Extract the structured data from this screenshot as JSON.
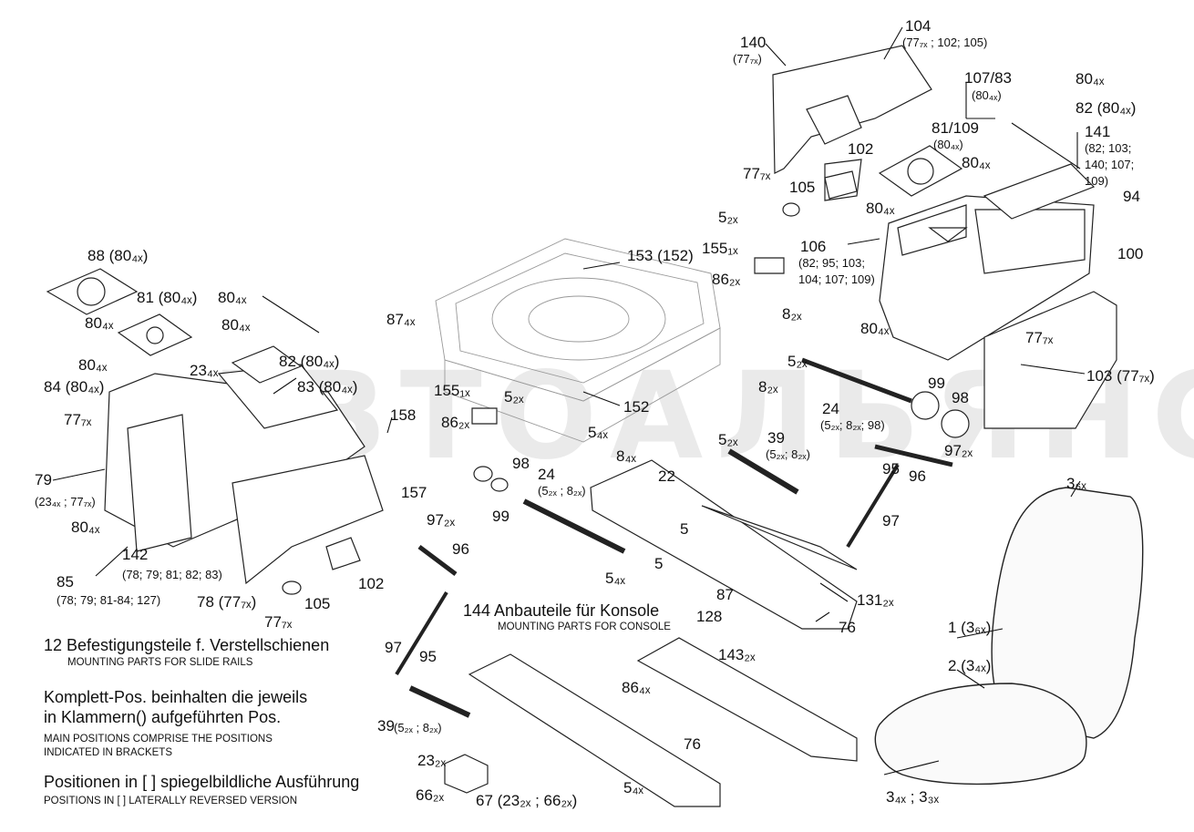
{
  "watermark": "АВТОАЛЬЯНС",
  "labels": {
    "l140": "140",
    "l140q": "(77₇ₓ)",
    "l104": "104",
    "l104q": "(77₇ₓ ; 102; 105)",
    "l107": "107/83",
    "l107q": "(80₄ₓ)",
    "l80a": "80₄ₓ",
    "l82a": "82 (80₄ₓ)",
    "l141": "141",
    "l141q1": "(82; 103;",
    "l141q2": "140; 107;",
    "l141q3": "109)",
    "l81b": "81/109",
    "l81bq": "(80₄ₓ)",
    "l102a": "102",
    "l77a": "77₇ₓ",
    "l105a": "105",
    "l80b": "80₄ₓ",
    "l80c": "80₄ₓ",
    "l94": "94",
    "l100": "100",
    "l5a": "5₂ₓ",
    "l155a": "155₁ₓ",
    "l86a": "86₂ₓ",
    "l153": "153 (152)",
    "l106": "106",
    "l106q1": "(82; 95; 103;",
    "l106q2": "104; 107; 109)",
    "l87a": "87₄ₓ",
    "l8a": "8₂ₓ",
    "l80d": "80₄ₓ",
    "l77b": "77₇ₓ",
    "l5b": "5₂ₓ",
    "l103": "103 (77₇ₓ)",
    "l99a": "99",
    "l98a": "98",
    "l8b": "8₂ₓ",
    "l24a": "24",
    "l24aq": "(5₂ₓ; 8₂ₓ; 98)",
    "l5c": "5₂ₓ",
    "l39a": "39",
    "l39aq": "(5₂ₓ; 8₂ₓ)",
    "l97a": "97₂ₓ",
    "l95a": "95",
    "l96a": "96",
    "l97b": "97",
    "l88": "88 (80₄ₓ)",
    "l81a": "81 (80₄ₓ)",
    "l80e": "80₄ₓ",
    "l80f": "80₄ₓ",
    "l80g": "80₄ₓ",
    "l82b": "82 (80₄ₓ)",
    "l80h": "80₄ₓ",
    "l23a": "23₄ₓ",
    "l84": "84 (80₄ₓ)",
    "l83": "83 (80₄ₓ)",
    "l155b": "155₁ₓ",
    "l5d": "5₂ₓ",
    "l152": "152",
    "l158": "158",
    "l86b": "86₂ₓ",
    "l5e": "5₄ₓ",
    "l77c": "77₇ₓ",
    "l79": "79",
    "l79q": "(23₄ₓ ; 77₇ₓ)",
    "l80i": "80₄ₓ",
    "l142": "142",
    "l142q": "(78; 79; 81; 82; 83)",
    "l85": "85",
    "l85q": "(78; 79; 81-84; 127)",
    "l157": "157",
    "l98b": "98",
    "l24b": "24",
    "l24bq": "(5₂ₓ ; 8₂ₓ)",
    "l99b": "99",
    "l84x": "8₄ₓ",
    "l22": "22",
    "l5f": "5",
    "l5g": "5",
    "l5h": "5₄ₓ",
    "l97c": "97₂ₓ",
    "l96b": "96",
    "l102b": "102",
    "l105b": "105",
    "l78": "78 (77₇ₓ)",
    "l77d": "77₇ₓ",
    "l87b": "87",
    "l128": "128",
    "l131": "131₂ₓ",
    "l76a": "76",
    "l36": "3₆ₓ",
    "l1": "1 (3₆ₓ)",
    "l2": "2 (3₄ₓ)",
    "l97d": "97",
    "l95b": "95",
    "l143": "143₂ₓ",
    "l86c": "86₄ₓ",
    "l76b": "76",
    "l39b": "39",
    "l39bq": "(5₂ₓ ; 8₂ₓ)",
    "l23b": "23₂ₓ",
    "l66": "66₂ₓ",
    "l67": "67 (23₂ₓ ; 66₂ₓ)",
    "l5i": "5₄ₓ",
    "l34": "3₄ₓ ; 3₃ₓ"
  },
  "notes": {
    "n144": "144 Anbauteile für Konsole",
    "n144en": "MOUNTING PARTS FOR CONSOLE",
    "n12": "12 Befestigungsteile f. Verstellschienen",
    "n12en": "MOUNTING PARTS FOR SLIDE RAILS",
    "nk1": "Komplett-Pos. beinhalten die jeweils",
    "nk2": "in Klammern() aufgeführten Pos.",
    "nk1en": "MAIN POSITIONS COMPRISE THE POSITIONS",
    "nk2en": "INDICATED IN BRACKETS",
    "np": "Positionen in [ ] spiegelbildliche Ausführung",
    "npen": "POSITIONS IN [ ] LATERALLY REVERSED VERSION"
  }
}
